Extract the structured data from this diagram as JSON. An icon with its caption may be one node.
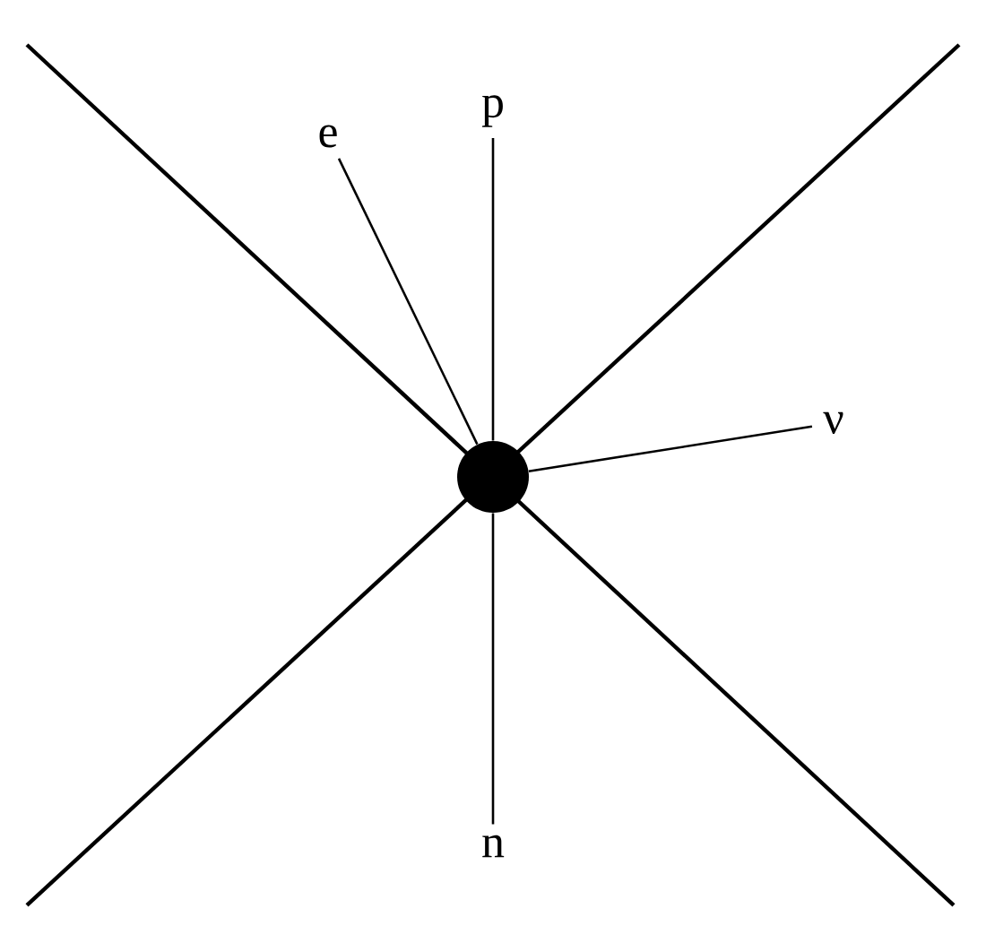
{
  "diagram": {
    "nodes": [
      {
        "text": [],
        "shape": "circle"
      },
      {
        "text": [
          "e"
        ]
      },
      {
        "text": [
          "p"
        ]
      },
      {
        "text": [
          "ν"
        ]
      },
      {
        "text": [
          "n"
        ]
      }
    ],
    "edges": [
      {
        "from": 4,
        "to": 0,
        "arrow": "none"
      },
      {
        "from": 0,
        "to": 1,
        "arrow": "none"
      },
      {
        "from": 0,
        "to": 2,
        "arrow": "none"
      },
      {
        "from": 0,
        "to": 3,
        "arrow": "none"
      }
    ]
  }
}
